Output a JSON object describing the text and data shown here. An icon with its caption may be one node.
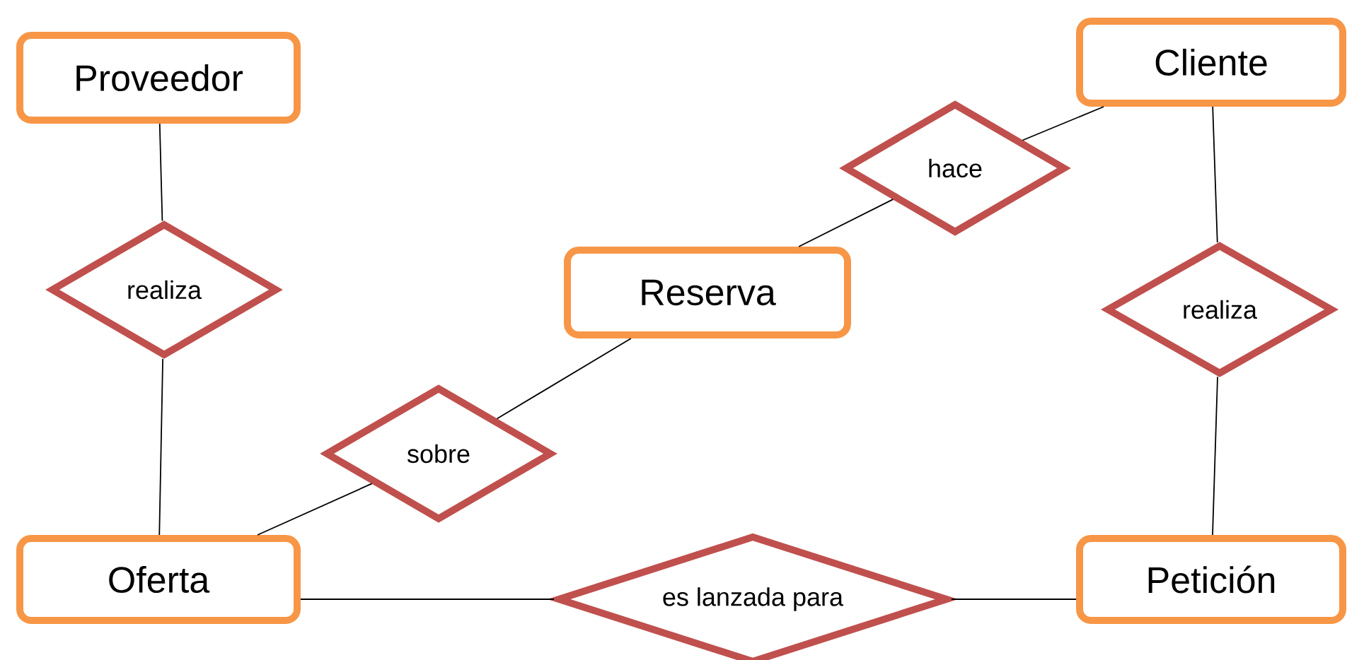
{
  "diagram": {
    "nodes": [
      {
        "text": [
          "Proveedor"
        ]
      },
      {
        "text": [
          "Cliente"
        ]
      },
      {
        "text": [
          "hace"
        ]
      },
      {
        "text": [
          "realiza"
        ]
      },
      {
        "text": [
          "Reserva"
        ]
      },
      {
        "text": [
          "realiza"
        ]
      },
      {
        "text": [
          "sobre"
        ]
      },
      {
        "text": [
          "Oferta"
        ]
      },
      {
        "text": [
          "es lanzada para"
        ]
      },
      {
        "text": [
          "Petición"
        ]
      }
    ],
    "edges": [
      {
        "from": 0,
        "to": 3,
        "arrow": "none"
      },
      {
        "from": 3,
        "to": 7,
        "arrow": "none"
      },
      {
        "from": 7,
        "to": 6,
        "arrow": "none"
      },
      {
        "from": 6,
        "to": 4,
        "arrow": "none"
      },
      {
        "from": 4,
        "to": 2,
        "arrow": "none"
      },
      {
        "from": 2,
        "to": 1,
        "arrow": "none"
      },
      {
        "from": 1,
        "to": 5,
        "arrow": "none"
      },
      {
        "from": 5,
        "to": 9,
        "arrow": "none"
      },
      {
        "from": 7,
        "to": 8,
        "arrow": "none"
      },
      {
        "from": 8,
        "to": 9,
        "arrow": "none"
      }
    ]
  }
}
